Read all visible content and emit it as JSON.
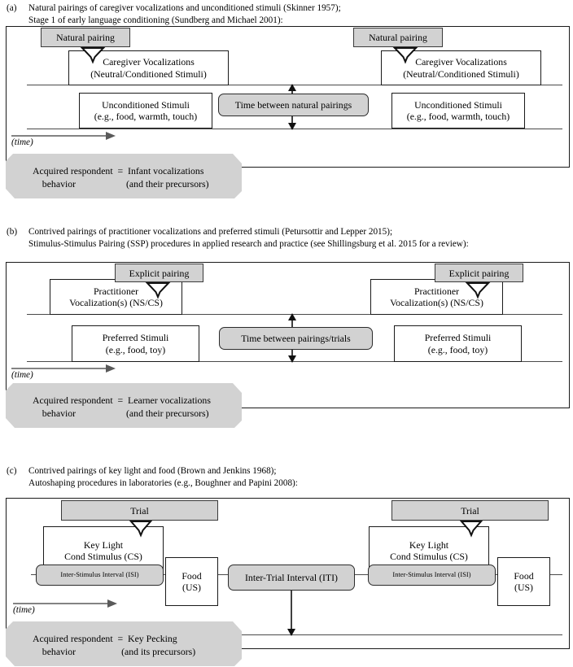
{
  "figure": {
    "type": "diagram",
    "description": "Three-panel schematic comparing respondent-conditioning pairing procedures across natural, contrived applied, and laboratory contexts.",
    "time_label": "(time)",
    "colors": {
      "gray_fill": "#d2d2d2",
      "box_border": "#1a1a1a",
      "rule_line": "#4a4a4a",
      "page_background": "#ffffff"
    }
  },
  "panels": [
    {
      "letter": "(a)",
      "caption_line1": "Natural pairings of caregiver vocalizations and unconditioned stimuli (Skinner 1957);",
      "caption_line2": "Stage 1 of early language conditioning (Sundberg and Michael 2001):",
      "pairing_tag": "Natural pairing",
      "cs_box_line1": "Caregiver Vocalizations",
      "cs_box_line2": "(Neutral/Conditioned Stimuli)",
      "us_box_line1": "Unconditioned Stimuli",
      "us_box_line2": "(e.g., food, warmth, touch)",
      "interval_pill": "Time between natural pairings",
      "banner_line1": "Acquired respondent  =  Infant vocalizations",
      "banner_line2": "    behavior                     (and their precursors)"
    },
    {
      "letter": "(b)",
      "caption_line1": "Contrived pairings of practitioner vocalizations and preferred stimuli (Petursottir and Lepper 2015);",
      "caption_line2": "Stimulus-Stimulus Pairing (SSP) procedures in applied research and practice (see Shillingsburg et al. 2015 for a review):",
      "pairing_tag": "Explicit pairing",
      "cs_box_line1": "Practitioner",
      "cs_box_line2": "Vocalization(s) (NS/CS)",
      "us_box_line1": "Preferred Stimuli",
      "us_box_line2": "(e.g., food, toy)",
      "interval_pill": "Time between pairings/trials",
      "banner_line1": "Acquired respondent  =  Learner vocalizations",
      "banner_line2": "    behavior                     (and their precursors)"
    },
    {
      "letter": "(c)",
      "caption_line1": "Contrived pairings of key light and food (Brown and Jenkins 1968);",
      "caption_line2": "Autoshaping procedures in laboratories (e.g., Boughner and Papini 2008):",
      "pairing_tag": "Trial",
      "cs_box_line1": "Key Light",
      "cs_box_line2": "Cond Stimulus (CS)",
      "isi_pill": "Inter-Stimulus Interval (ISI)",
      "us_box_line1": "Food",
      "us_box_line2": "(US)",
      "interval_pill": "Inter-Trial Interval (ITI)",
      "banner_line1": "Acquired respondent  =  Key Pecking",
      "banner_line2": "    behavior                   (and its precursors)"
    }
  ]
}
